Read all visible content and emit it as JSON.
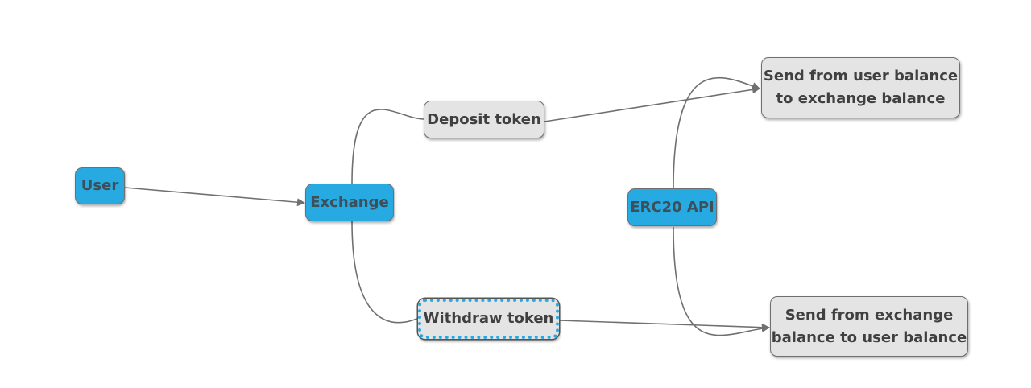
{
  "diagram": {
    "nodes": {
      "user": "User",
      "exchange": "Exchange",
      "deposit": "Deposit token",
      "withdraw": "Withdraw token",
      "erc20": "ERC20 API",
      "send_to_exchange_line1": "Send from user balance",
      "send_to_exchange_line2": "to exchange balance",
      "send_to_user_line1": "Send from exchange",
      "send_to_user_line2": "balance to user balance"
    },
    "colors": {
      "primary_node": "#27a9e1",
      "secondary_node": "#e4e4e4",
      "edge": "#707070",
      "selection": "#27a9e1"
    }
  }
}
